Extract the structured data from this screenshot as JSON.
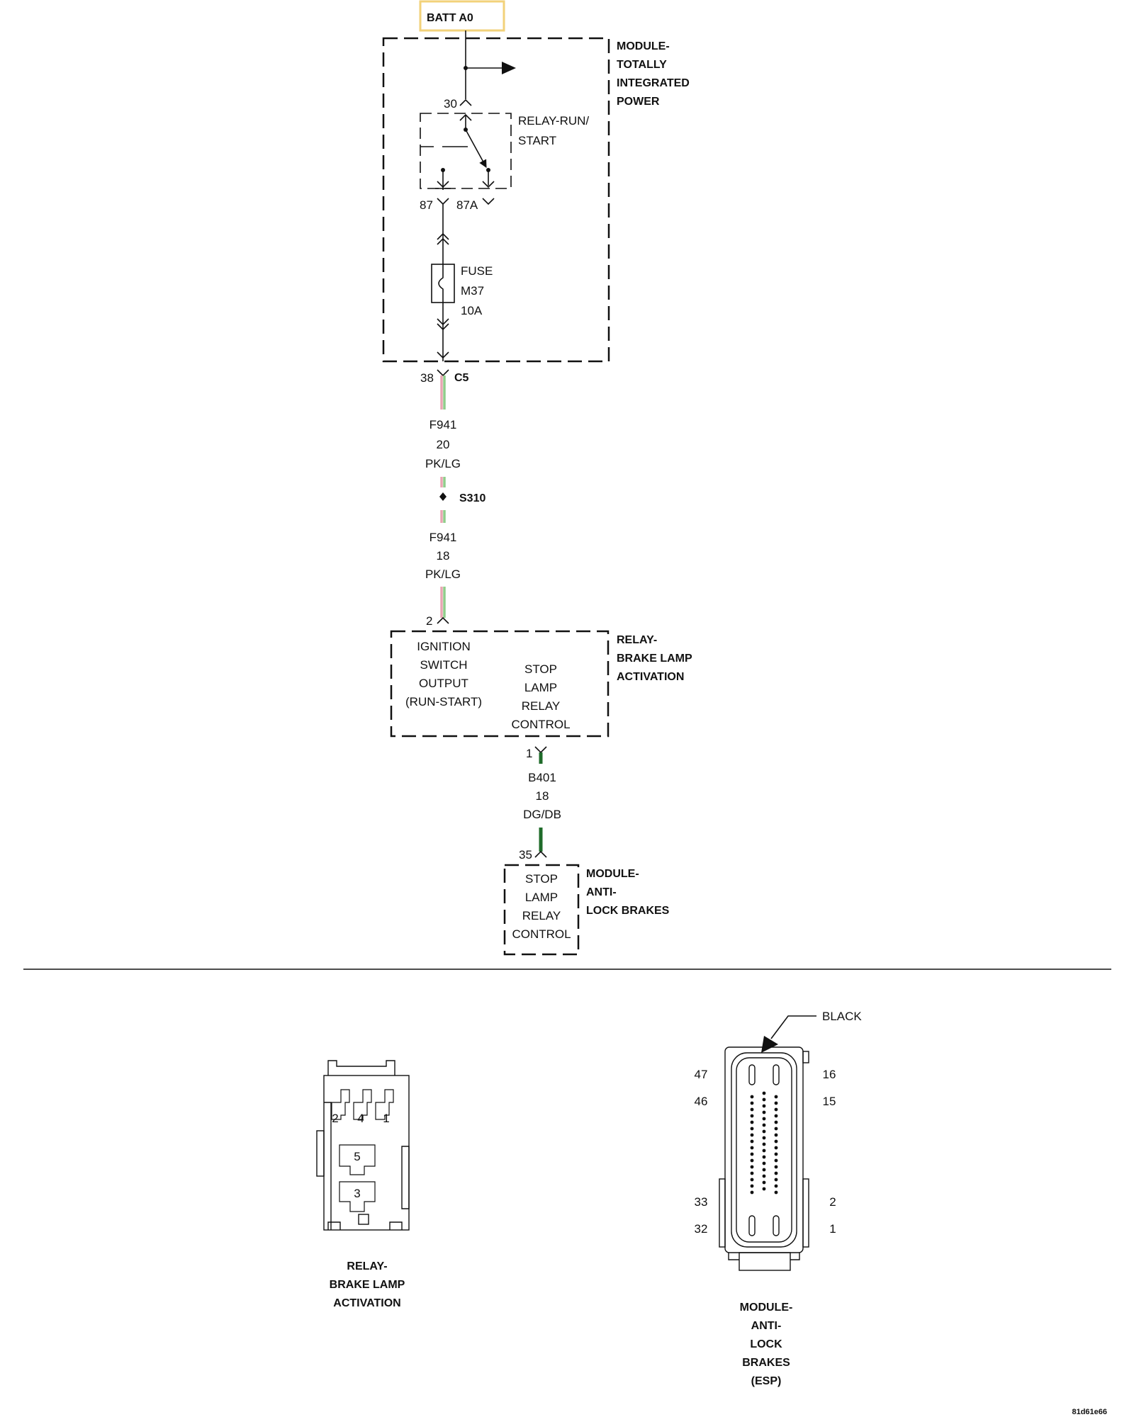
{
  "battery": {
    "label": "BATT A0",
    "border_color": "#f2d27a"
  },
  "tipm": {
    "title_lines": [
      "MODULE-",
      "TOTALLY",
      "INTEGRATED",
      "POWER"
    ],
    "input_pin": "30",
    "relay_lines": [
      "RELAY-RUN/",
      "START"
    ],
    "relay_pin_87": "87",
    "relay_pin_87a": "87A",
    "fuse_lines": [
      "FUSE",
      "M37",
      "10A"
    ],
    "connector_pin": "38",
    "connector_name": "C5"
  },
  "wires": [
    {
      "circuit": "F941",
      "gauge": "20",
      "color": "PK/LG",
      "stripe_colors": [
        "#e8a5b2",
        "#8fce8a"
      ]
    },
    {
      "circuit": "F941",
      "gauge": "18",
      "color": "PK/LG",
      "stripe_colors": [
        "#e8a5b2",
        "#8fce8a"
      ]
    },
    {
      "circuit": "B401",
      "gauge": "18",
      "color": "DG/DB",
      "stripe_colors": [
        "#1f6b2a",
        "#1f6b2a"
      ]
    }
  ],
  "splice": {
    "label": "S310"
  },
  "brake_relay": {
    "title_lines": [
      "RELAY-",
      "BRAKE LAMP",
      "ACTIVATION"
    ],
    "input_pin": "2",
    "output_pin": "1",
    "left_lines": [
      "IGNITION",
      "SWITCH",
      "OUTPUT",
      "(RUN-START)"
    ],
    "right_lines": [
      "STOP",
      "LAMP",
      "RELAY",
      "CONTROL"
    ]
  },
  "abs_module": {
    "title_lines": [
      "MODULE-",
      "ANTI-",
      "LOCK BRAKES"
    ],
    "input_pin": "35",
    "inner_lines": [
      "STOP",
      "LAMP",
      "RELAY",
      "CONTROL"
    ]
  },
  "relay_connector_view": {
    "pins": [
      "2",
      "4",
      "1",
      "5",
      "3"
    ],
    "caption_lines": [
      "RELAY-",
      "BRAKE LAMP",
      "ACTIVATION"
    ]
  },
  "abs_connector_view": {
    "color_callout": "BLACK",
    "left_pins": [
      "47",
      "46",
      "33",
      "32"
    ],
    "right_pins": [
      "16",
      "15",
      "2",
      "1"
    ],
    "caption_lines": [
      "MODULE-",
      "ANTI-",
      "LOCK",
      "BRAKES",
      "(ESP)"
    ]
  },
  "figure_id": "81d61e66"
}
